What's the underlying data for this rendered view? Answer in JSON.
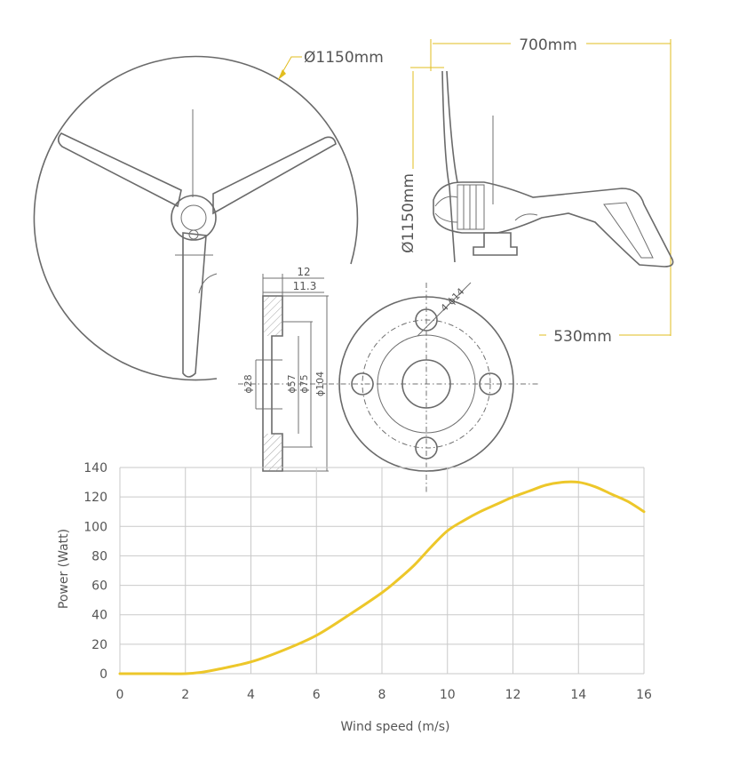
{
  "rotor_view": {
    "diameter_label": "Ø1150mm"
  },
  "side_view": {
    "width_label": "700mm",
    "height_label": "Ø1150mm",
    "offset_label": "530mm"
  },
  "flange": {
    "thickness_label": "12",
    "inner_thickness_label": "11.3",
    "d28_label": "ϕ28",
    "d57_label": "ϕ57",
    "d75_label": "ϕ75",
    "d104_label": "ϕ104",
    "holes_label": "4-ϕ14"
  },
  "colors": {
    "curve": "#edc72a",
    "dimension": "#e2bd1f",
    "ink": "#6a6a6a"
  },
  "chart_data": {
    "type": "line",
    "xlabel": "Wind speed (m/s)",
    "ylabel": "Power (Watt)",
    "xlim": [
      0,
      16
    ],
    "ylim": [
      0,
      140
    ],
    "xticks": [
      0,
      2,
      4,
      6,
      8,
      10,
      12,
      14,
      16
    ],
    "yticks": [
      0,
      20,
      40,
      60,
      80,
      100,
      120,
      140
    ],
    "xtick_labels": [
      "0",
      "2",
      "4",
      "6",
      "8",
      "10",
      "12",
      "14",
      "16"
    ],
    "ytick_labels": [
      "0",
      "20",
      "40",
      "60",
      "80",
      "100",
      "120",
      "140"
    ],
    "grid": true,
    "series": [
      {
        "x": [
          0,
          1,
          2,
          2.5,
          3,
          4,
          5,
          6,
          7,
          8,
          8.5,
          9,
          9.5,
          10,
          10.5,
          11,
          11.5,
          12,
          12.5,
          13,
          13.5,
          14,
          14.5,
          15,
          15.5,
          16
        ],
        "y": [
          0,
          0,
          0,
          1,
          3,
          8,
          16,
          26,
          40,
          55,
          64,
          74,
          86,
          97,
          104,
          110,
          115,
          120,
          124,
          128,
          130,
          130,
          127,
          122,
          117,
          110
        ]
      }
    ]
  }
}
